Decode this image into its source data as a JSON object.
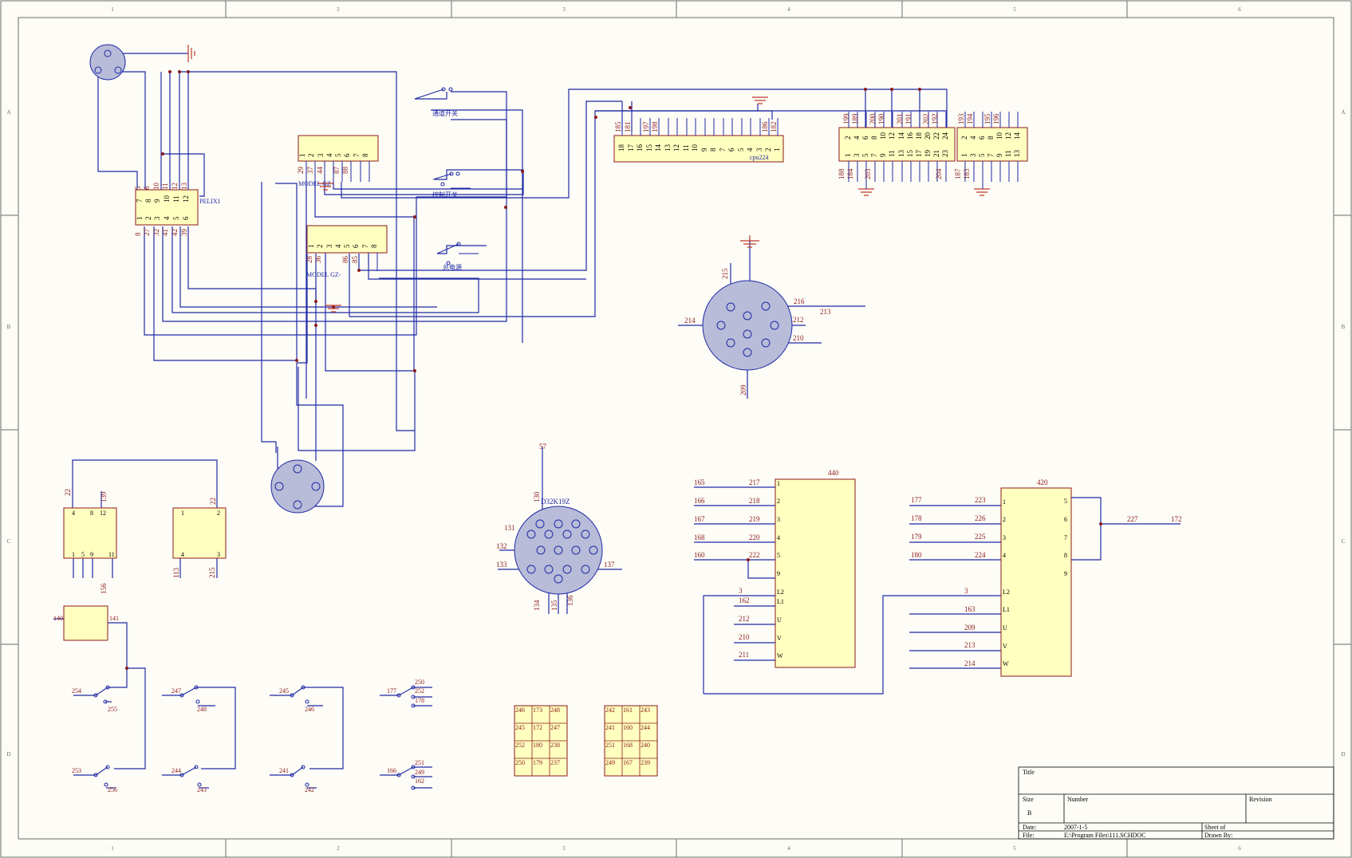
{
  "colors": {
    "wire": "#1f2aa6",
    "pin_label": "#8b1a1a",
    "part_fill": "#ffffc0",
    "part_stroke": "#8b1a1a",
    "conn_fill": "#b8bcd8",
    "paper": "#fdfcf6",
    "border": "#6b6b6b"
  },
  "frame": {
    "col_labels": [
      "1",
      "2",
      "3",
      "4",
      "5",
      "6"
    ],
    "row_labels": [
      "A",
      "B",
      "C",
      "D"
    ]
  },
  "title_block": {
    "title_label": "Title",
    "size_label": "Size",
    "size_value": "B",
    "number_label": "Number",
    "revision_label": "Revision",
    "date_label": "Date:",
    "date_value": "2007-1-5",
    "file_label": "File:",
    "file_value": "E:\\Program Files\\111.SCHDOC",
    "sheet_label": "Sheet    of",
    "drawn_label": "Drawn By:"
  },
  "components": {
    "pelix": {
      "name": "PELIX1",
      "top_pins": [
        "7",
        "8",
        "9",
        "10",
        "11",
        "12"
      ],
      "bottom_pins": [
        "1",
        "2",
        "3",
        "4",
        "5",
        "6"
      ],
      "top_labels": [
        "5",
        "6",
        "10",
        "11",
        "12",
        "13"
      ],
      "bottom_labels": [
        "8",
        "27",
        "32",
        "41",
        "42",
        "39"
      ]
    },
    "model_top": {
      "name": "MODEL GZ",
      "pins": [
        "1",
        "2",
        "3",
        "4",
        "5",
        "6",
        "7",
        "8"
      ],
      "labels": [
        "29",
        "37",
        "44",
        "87",
        "88"
      ]
    },
    "model_mid": {
      "name": "MODEL GZ-",
      "pins": [
        "1",
        "2",
        "3",
        "4",
        "5",
        "6",
        "7",
        "8"
      ],
      "labels": [
        "28",
        "36",
        "86",
        "85"
      ]
    },
    "cpu": {
      "name": "cpu224",
      "pins": [
        "18",
        "17",
        "16",
        "15",
        "14",
        "13",
        "12",
        "11",
        "10",
        "9",
        "8",
        "7",
        "6",
        "5",
        "4",
        "3",
        "2",
        "1"
      ],
      "labels": [
        "185",
        "181",
        "197",
        "198",
        "186",
        "182"
      ]
    },
    "conn_a": {
      "top": [
        "2",
        "4",
        "6",
        "8",
        "10",
        "12",
        "14",
        "16",
        "18",
        "20",
        "22",
        "24"
      ],
      "bottom": [
        "1",
        "3",
        "5",
        "7",
        "9",
        "11",
        "13",
        "15",
        "17",
        "19",
        "21",
        "23"
      ],
      "top_labels": [
        "199",
        "189",
        "200",
        "190",
        "201",
        "191",
        "202",
        "192"
      ],
      "bottom_labels": [
        "188",
        "184",
        "203",
        "204"
      ]
    },
    "conn_b": {
      "top": [
        "2",
        "4",
        "6",
        "8",
        "10",
        "12",
        "14"
      ],
      "bottom": [
        "1",
        "3",
        "5",
        "7",
        "9",
        "11",
        "13"
      ],
      "top_labels": [
        "193",
        "194",
        "195",
        "196"
      ],
      "bottom_labels": [
        "187",
        "183"
      ]
    },
    "round8": {
      "labels": [
        "215",
        "216",
        "213",
        "214",
        "212",
        "210",
        "209"
      ]
    },
    "d32": {
      "name": "D32K19Z",
      "labels": [
        "57",
        "130",
        "131",
        "132",
        "133",
        "137",
        "134",
        "135",
        "136"
      ]
    },
    "block_440": {
      "name": "440",
      "left_pins": [
        "1",
        "2",
        "3",
        "4",
        "5",
        "9",
        "L2",
        "L1",
        "U",
        "V",
        "W"
      ],
      "outer_labels": [
        "165",
        "166",
        "167",
        "168",
        "160"
      ],
      "inner_labels": [
        "217",
        "218",
        "219",
        "220",
        "222"
      ],
      "lower_labels": [
        "3",
        "162",
        "212",
        "210",
        "211"
      ]
    },
    "block_420": {
      "name": "420",
      "left_pins": [
        "1",
        "2",
        "3",
        "4",
        "L2",
        "L1",
        "U",
        "V",
        "W"
      ],
      "right_pins": [
        "5",
        "6",
        "7",
        "8",
        "9"
      ],
      "outer_labels": [
        "177",
        "178",
        "179",
        "180"
      ],
      "inner_labels": [
        "223",
        "226",
        "225",
        "224"
      ],
      "lower_labels": [
        "3",
        "163",
        "209",
        "213",
        "214"
      ],
      "right_labels": [
        "227",
        "172"
      ]
    },
    "small_left": {
      "pins_top": [
        "4",
        "8",
        "12"
      ],
      "pins_bottom": [
        "1",
        "5",
        "9",
        "11"
      ],
      "labels": [
        "22",
        "139",
        "156"
      ]
    },
    "small_right": {
      "pins_top": [
        "1",
        "2"
      ],
      "pins_bottom": [
        "4",
        "3"
      ],
      "labels": [
        "22",
        "113",
        "215"
      ]
    },
    "small_box": {
      "labels": [
        "140",
        "141"
      ]
    },
    "switches": {
      "labels": [
        "254",
        "255",
        "247",
        "248",
        "245",
        "246",
        "177",
        "250",
        "252",
        "178",
        "253",
        "256",
        "244",
        "243",
        "241",
        "242",
        "166",
        "251",
        "249",
        "162"
      ],
      "cn_labels": [
        "通道开关",
        "控制开关",
        "总电源"
      ]
    },
    "grid_left": [
      "246",
      "173",
      "248",
      "245",
      "172",
      "247",
      "252",
      "180",
      "238",
      "250",
      "179",
      "237"
    ],
    "grid_right": [
      "242",
      "161",
      "243",
      "241",
      "160",
      "244",
      "251",
      "168",
      "240",
      "249",
      "167",
      "239"
    ]
  }
}
